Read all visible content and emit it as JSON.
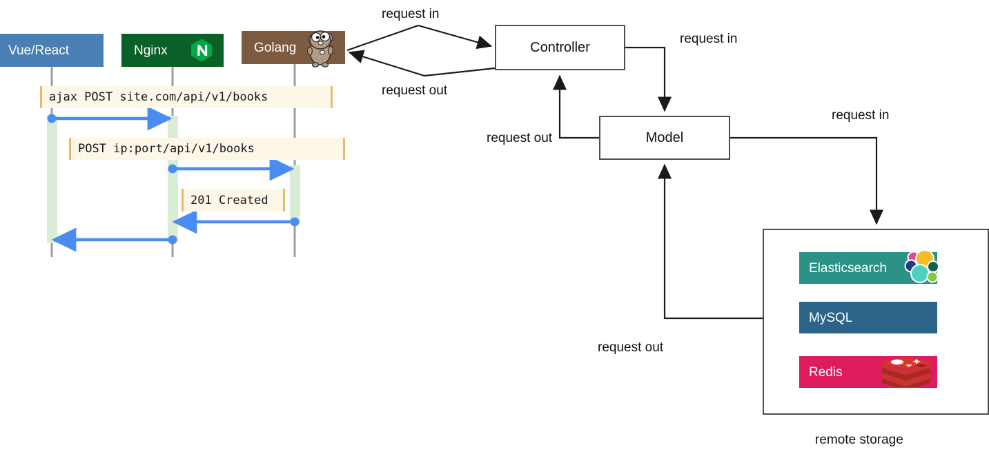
{
  "diagram": {
    "title_caption": "remote storage",
    "colors": {
      "vue_bg": "#4a7fb5",
      "nginx_bg": "#096128",
      "nginx_logo": "#00a846",
      "golang_bg": "#7d5b41",
      "elasticsearch_bg": "#2b9287",
      "mysql_bg": "#2c6489",
      "redis_bg": "#dd1b5e",
      "activation_bar": "#d9ecd6",
      "lifeline": "#9e9e9e",
      "arrow_blue": "#4a8df0",
      "msgbox_fill": "#fdf7e8",
      "msgbox_border": "#e8b96a",
      "box_stroke": "#4d4d4d"
    },
    "sequence": {
      "participants": [
        {
          "id": "vue",
          "label": "Vue/React",
          "icon": null
        },
        {
          "id": "nginx",
          "label": "Nginx",
          "icon": "nginx-logo-icon"
        },
        {
          "id": "golang",
          "label": "Golang",
          "icon": "golang-gopher-icon"
        }
      ],
      "messages": [
        {
          "id": "m1",
          "label": "ajax POST site.com/api/v1/books",
          "from": "vue",
          "to": "nginx",
          "direction": "forward"
        },
        {
          "id": "m2",
          "label": "POST ip:port/api/v1/books",
          "from": "nginx",
          "to": "golang",
          "direction": "forward"
        },
        {
          "id": "m3",
          "label": "201 Created",
          "from": "golang",
          "to": "nginx",
          "direction": "return"
        },
        {
          "id": "m4",
          "label": "",
          "from": "nginx",
          "to": "vue",
          "direction": "return"
        }
      ]
    },
    "flow": {
      "nodes": [
        {
          "id": "controller",
          "label": "Controller"
        },
        {
          "id": "model",
          "label": "Model"
        },
        {
          "id": "storage",
          "label": ""
        }
      ],
      "edge_labels": [
        {
          "id": "req-in-golang-controller",
          "text": "request in"
        },
        {
          "id": "req-out-controller-golang",
          "text": "request out"
        },
        {
          "id": "req-in-controller-model",
          "text": "request in"
        },
        {
          "id": "req-out-model-controller",
          "text": "request out"
        },
        {
          "id": "req-in-model-storage",
          "text": "request in"
        },
        {
          "id": "req-out-storage-model",
          "text": "request out"
        }
      ],
      "storage_services": [
        {
          "id": "elasticsearch",
          "label": "Elasticsearch",
          "icon": "elasticsearch-logo-icon"
        },
        {
          "id": "mysql",
          "label": "MySQL",
          "icon": null
        },
        {
          "id": "redis",
          "label": "Redis",
          "icon": "redis-logo-icon"
        }
      ]
    }
  }
}
